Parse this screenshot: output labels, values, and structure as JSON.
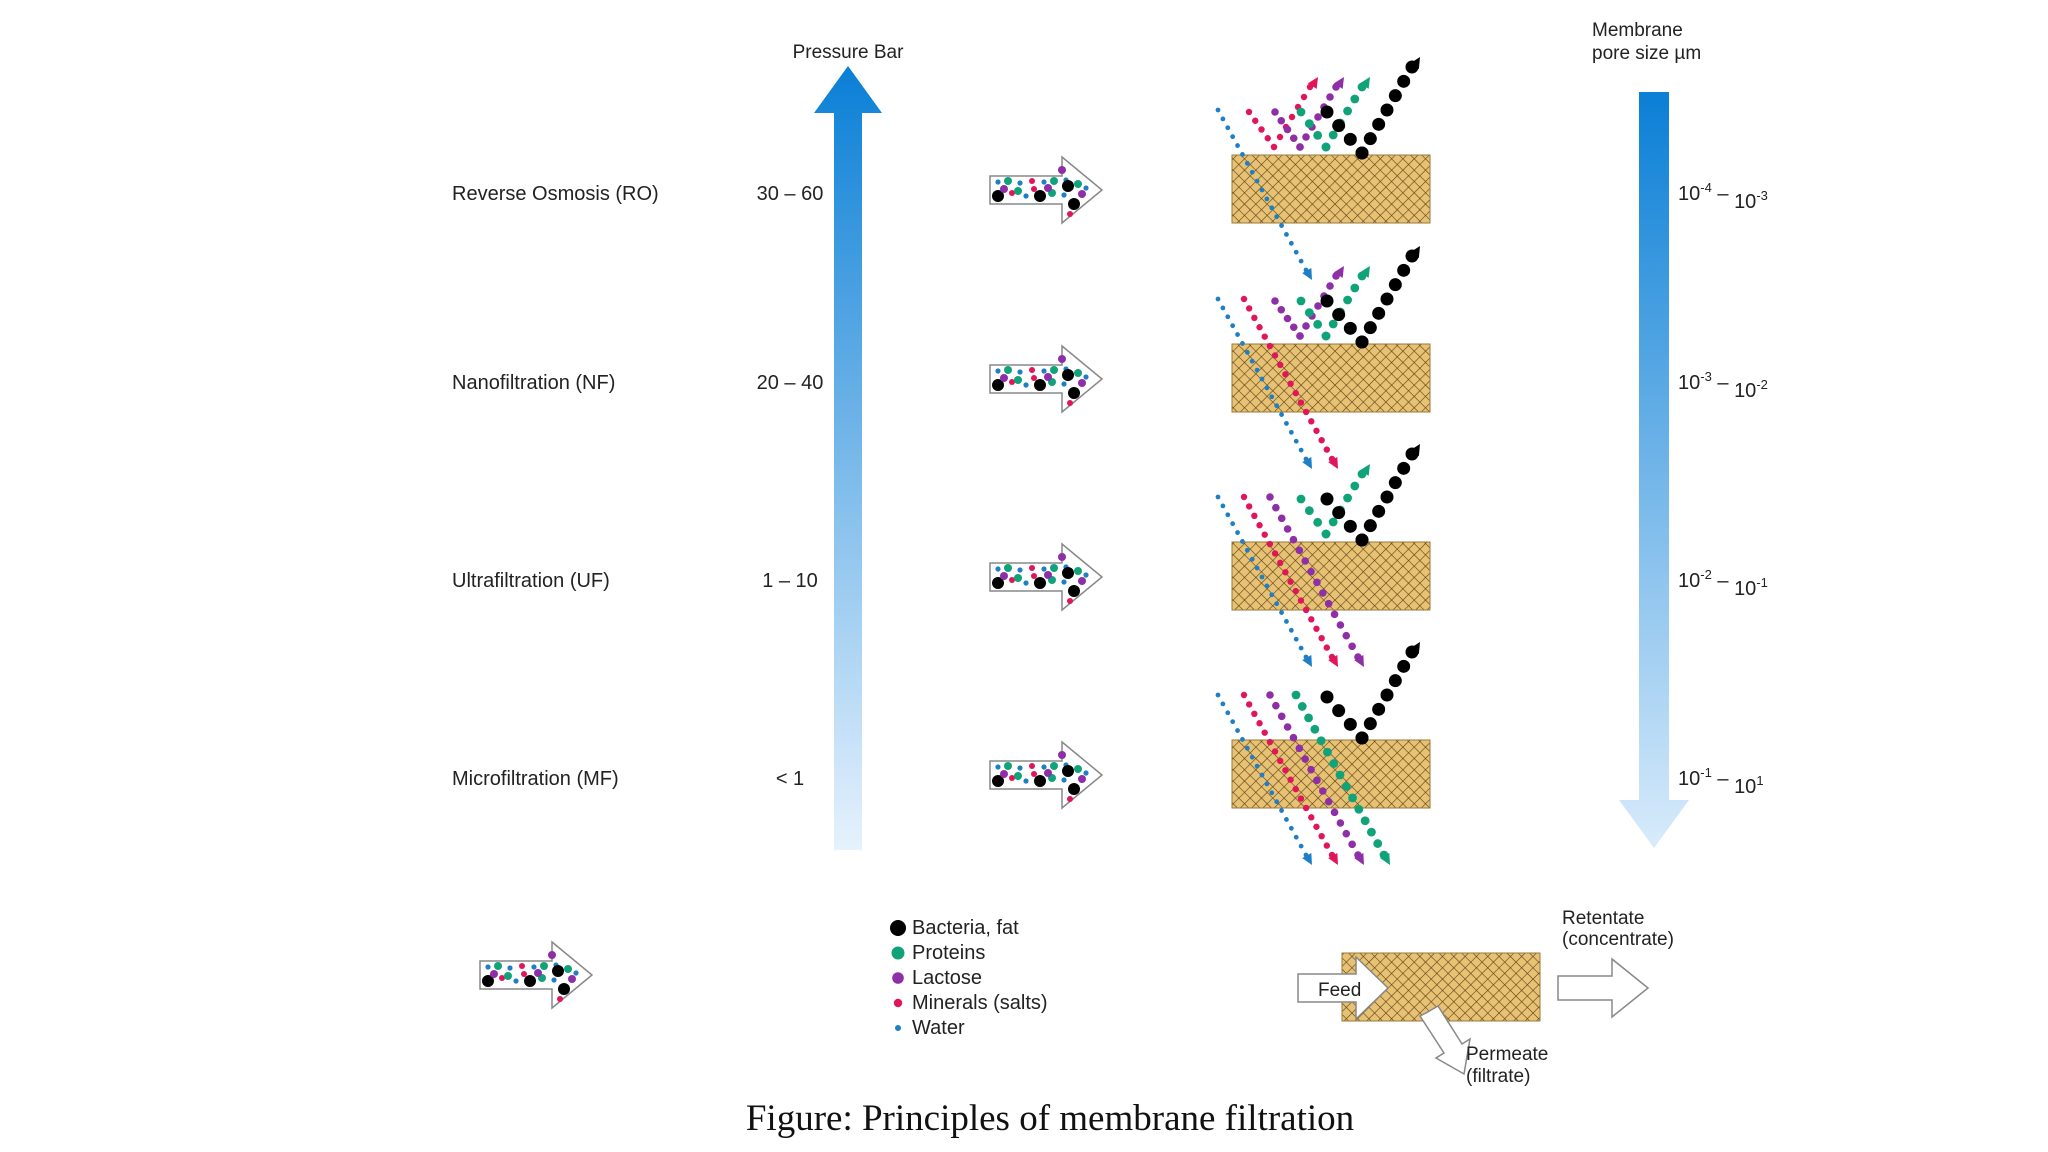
{
  "pressure_axis": {
    "label": "Pressure Bar",
    "color_top": "#0a7fd6",
    "color_bottom": "#e6f2fd"
  },
  "pore_axis": {
    "label_line1": "Membrane",
    "label_line2": "pore size µm",
    "color_top": "#0a7fd6",
    "color_bottom": "#d8ebfb"
  },
  "processes": [
    {
      "name": "Reverse Osmosis (RO)",
      "pressure": "30 – 60",
      "pore": "10-4 – 10-3",
      "pore_parts": {
        "b1": "10",
        "e1": "-4",
        "sep": " – ",
        "b2": "10",
        "e2": "-3"
      },
      "passes": [
        "water"
      ]
    },
    {
      "name": "Nanofiltration (NF)",
      "pressure": "20 – 40",
      "pore": "10-3 – 10-2",
      "pore_parts": {
        "b1": "10",
        "e1": "-3",
        "sep": " – ",
        "b2": "10",
        "e2": "-2"
      },
      "passes": [
        "water",
        "minerals"
      ]
    },
    {
      "name": "Ultrafiltration (UF)",
      "pressure": "1 – 10",
      "pore": "10-2 – 10-1",
      "pore_parts": {
        "b1": "10",
        "e1": "-2",
        "sep": " – ",
        "b2": "10",
        "e2": "-1"
      },
      "passes": [
        "water",
        "minerals",
        "lactose"
      ]
    },
    {
      "name": "Microfiltration (MF)",
      "pressure": "< 1",
      "pore": "10-1 – 101",
      "pore_parts": {
        "b1": "10",
        "e1": "-1",
        "sep": " – ",
        "b2": "10",
        "e2": "1"
      },
      "passes": [
        "water",
        "minerals",
        "lactose",
        "proteins"
      ]
    }
  ],
  "legend": [
    {
      "key": "bacteria",
      "label": "Bacteria, fat",
      "color": "#000000"
    },
    {
      "key": "proteins",
      "label": "Proteins",
      "color": "#10a37a"
    },
    {
      "key": "lactose",
      "label": "Lactose",
      "color": "#8e2fa8"
    },
    {
      "key": "minerals",
      "label": "Minerals (salts)",
      "color": "#e0155a"
    },
    {
      "key": "water",
      "label": "Water",
      "color": "#1f7fc6"
    }
  ],
  "schematic": {
    "feed": "Feed",
    "retentate_line1": "Retentate",
    "retentate_line2": "(concentrate)",
    "permeate_line1": "Permeate",
    "permeate_line2": "(filtrate)"
  },
  "membrane_colors": {
    "fill": "#e8c274",
    "hatch": "#5a3f12"
  },
  "caption": "Figure: Principles of membrane filtration"
}
